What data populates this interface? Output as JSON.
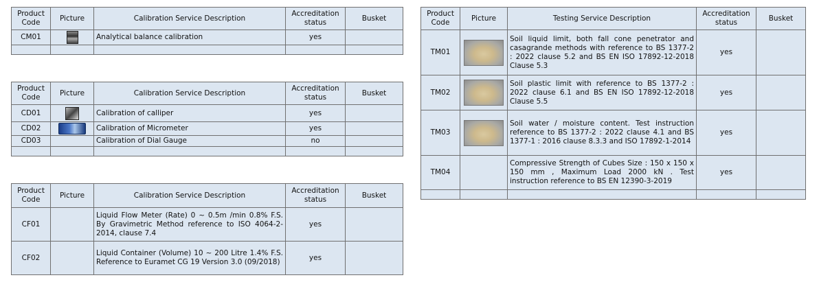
{
  "headers": {
    "product_code": "Product Code",
    "picture": "Picture",
    "calibration_desc": "Calibration Service Description",
    "testing_desc": "Testing Service Description",
    "accreditation": "Accreditation status",
    "busket": "Busket"
  },
  "table_cm": {
    "rows": [
      {
        "code": "CM01",
        "picture": "balance-thumbnail",
        "desc": "Analytical balance calibration",
        "status": "yes"
      }
    ]
  },
  "table_cd": {
    "rows": [
      {
        "code": "CD01",
        "picture": "caliper-thumbnail",
        "desc": "Calibration of calliper",
        "status": "yes"
      },
      {
        "code": "CD02",
        "picture": "micrometer-thumbnail",
        "desc": "Calibration of Micrometer",
        "status": "yes"
      },
      {
        "code": "CD03",
        "picture": "",
        "desc": "Calibration of Dial Gauge",
        "status": "no"
      }
    ]
  },
  "table_cf": {
    "rows": [
      {
        "code": "CF01",
        "desc": "Liquid Flow Meter (Rate) 0 ~ 0.5m /min 0.8% F.S. By Gravimetric Method reference to ISO 4064-2-2014, clause 7.4",
        "status": "yes"
      },
      {
        "code": "CF02",
        "desc": "Liquid Container (Volume) 10 ~ 200 Litre 1.4% F.S. Reference to Euramet CG 19 Version 3.0 (09/2018)",
        "status": "yes"
      }
    ]
  },
  "table_tm": {
    "rows": [
      {
        "code": "TM01",
        "picture": "soil-sample-thumbnail",
        "desc": "Soil liquid limit, both fall cone penetrator and casagrande methods with reference to BS 1377-2 : 2022 clause 5.2 and BS EN ISO 17892-12-2018 Clause 5.3",
        "status": "yes"
      },
      {
        "code": "TM02",
        "picture": "soil-sample-thumbnail",
        "desc": "Soil plastic limit with reference to BS 1377-2 : 2022 clause 6.1 and BS EN ISO 17892-12-2018 Clause 5.5",
        "status": "yes"
      },
      {
        "code": "TM03",
        "picture": "soil-sample-thumbnail",
        "desc": "Soil water / moisture content. Test instruction reference to BS 1377-2 : 2022 clause 4.1 and BS 1377-1 : 2016 clause 8.3.3 and ISO 17892-1-2014",
        "status": "yes"
      },
      {
        "code": "TM04",
        "picture": "",
        "desc": "Compressive Strength of Cubes Size : 150 x 150 x 150 mm , Maximum Load 2000 kN . Test instruction reference to BS EN 12390-3-2019",
        "status": "yes"
      }
    ]
  }
}
